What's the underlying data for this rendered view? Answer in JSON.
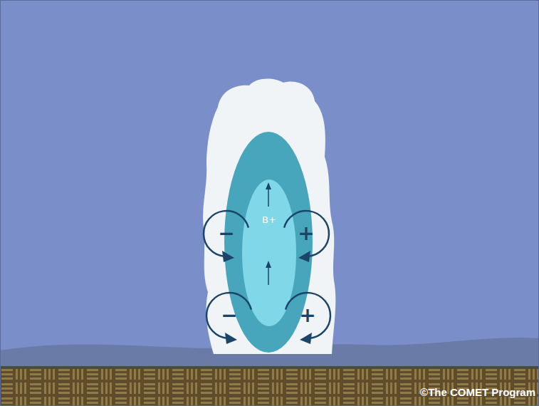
{
  "diagram": {
    "nodes": [
      {
        "text": [
          "−"
        ]
      },
      {
        "text": [
          "+"
        ]
      },
      {
        "text": [
          "−"
        ]
      },
      {
        "text": [
          "+"
        ]
      }
    ],
    "labels": [
      "B+",
      "©The COMET Program"
    ]
  }
}
